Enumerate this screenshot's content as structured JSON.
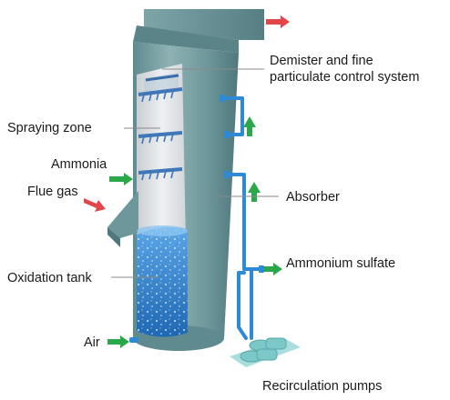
{
  "labels": {
    "demister_line1": "Demister and fine",
    "demister_line2": "particulate control system",
    "spraying_zone": "Spraying zone",
    "ammonia": "Ammonia",
    "flue_gas": "Flue gas",
    "absorber": "Absorber",
    "oxidation_tank": "Oxidation tank",
    "ammonium_sulfate": "Ammonium  sulfate",
    "air": "Air",
    "recirculation_pumps": "Recirculation  pumps"
  },
  "colors": {
    "vessel": "#6f9a9e",
    "vessel_dark": "#4f7a80",
    "interior": "#d9dde0",
    "liquid": "#2f7fc9",
    "pipe": "#2f8ad6",
    "arrow_in": "#2aa84a",
    "arrow_out": "#e0464a",
    "pump": "#8fd3d3"
  }
}
